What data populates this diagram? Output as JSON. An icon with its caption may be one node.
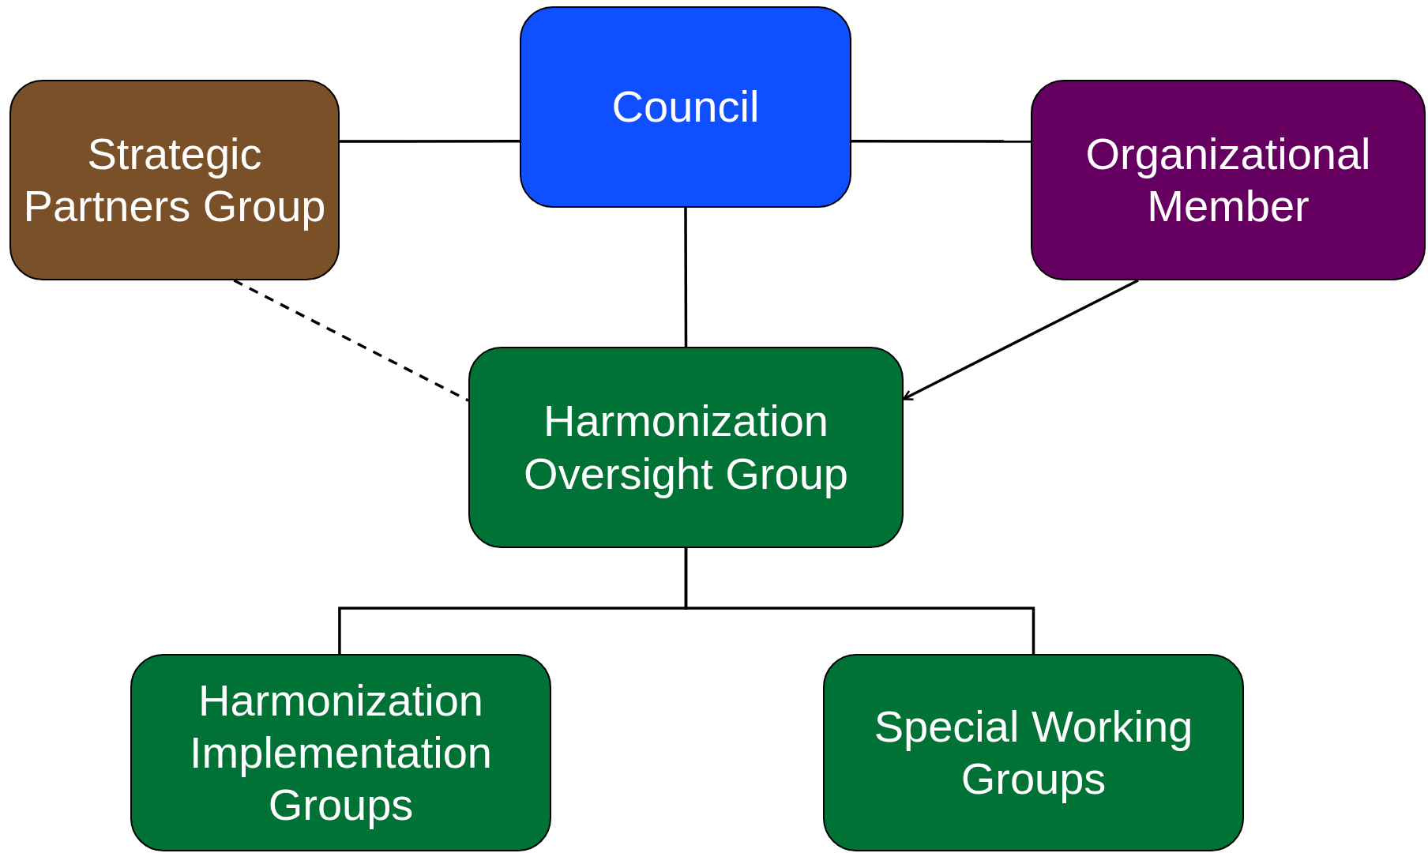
{
  "diagram": {
    "nodes": [
      {
        "text": [
          "Strategic Partners Group"
        ]
      },
      {
        "text": [
          "Council"
        ]
      },
      {
        "text": [
          "Organizational Member"
        ]
      },
      {
        "text": [
          "Harmonization Oversight Group"
        ]
      },
      {
        "text": [
          "Harmonization Implementation Groups"
        ]
      },
      {
        "text": [
          "Special Working Groups"
        ]
      }
    ],
    "edges": [
      {
        "from": 0,
        "to": 1,
        "arrow": "none"
      },
      {
        "from": 1,
        "to": 2,
        "arrow": "none"
      },
      {
        "from": 1,
        "to": 3,
        "arrow": "none"
      },
      {
        "from": 0,
        "to": 3,
        "arrow": "none",
        "style": "dashed"
      },
      {
        "from": 2,
        "to": 3,
        "arrow": "to"
      },
      {
        "from": 3,
        "to": 4,
        "arrow": "none"
      },
      {
        "from": 3,
        "to": 5,
        "arrow": "none"
      }
    ]
  }
}
